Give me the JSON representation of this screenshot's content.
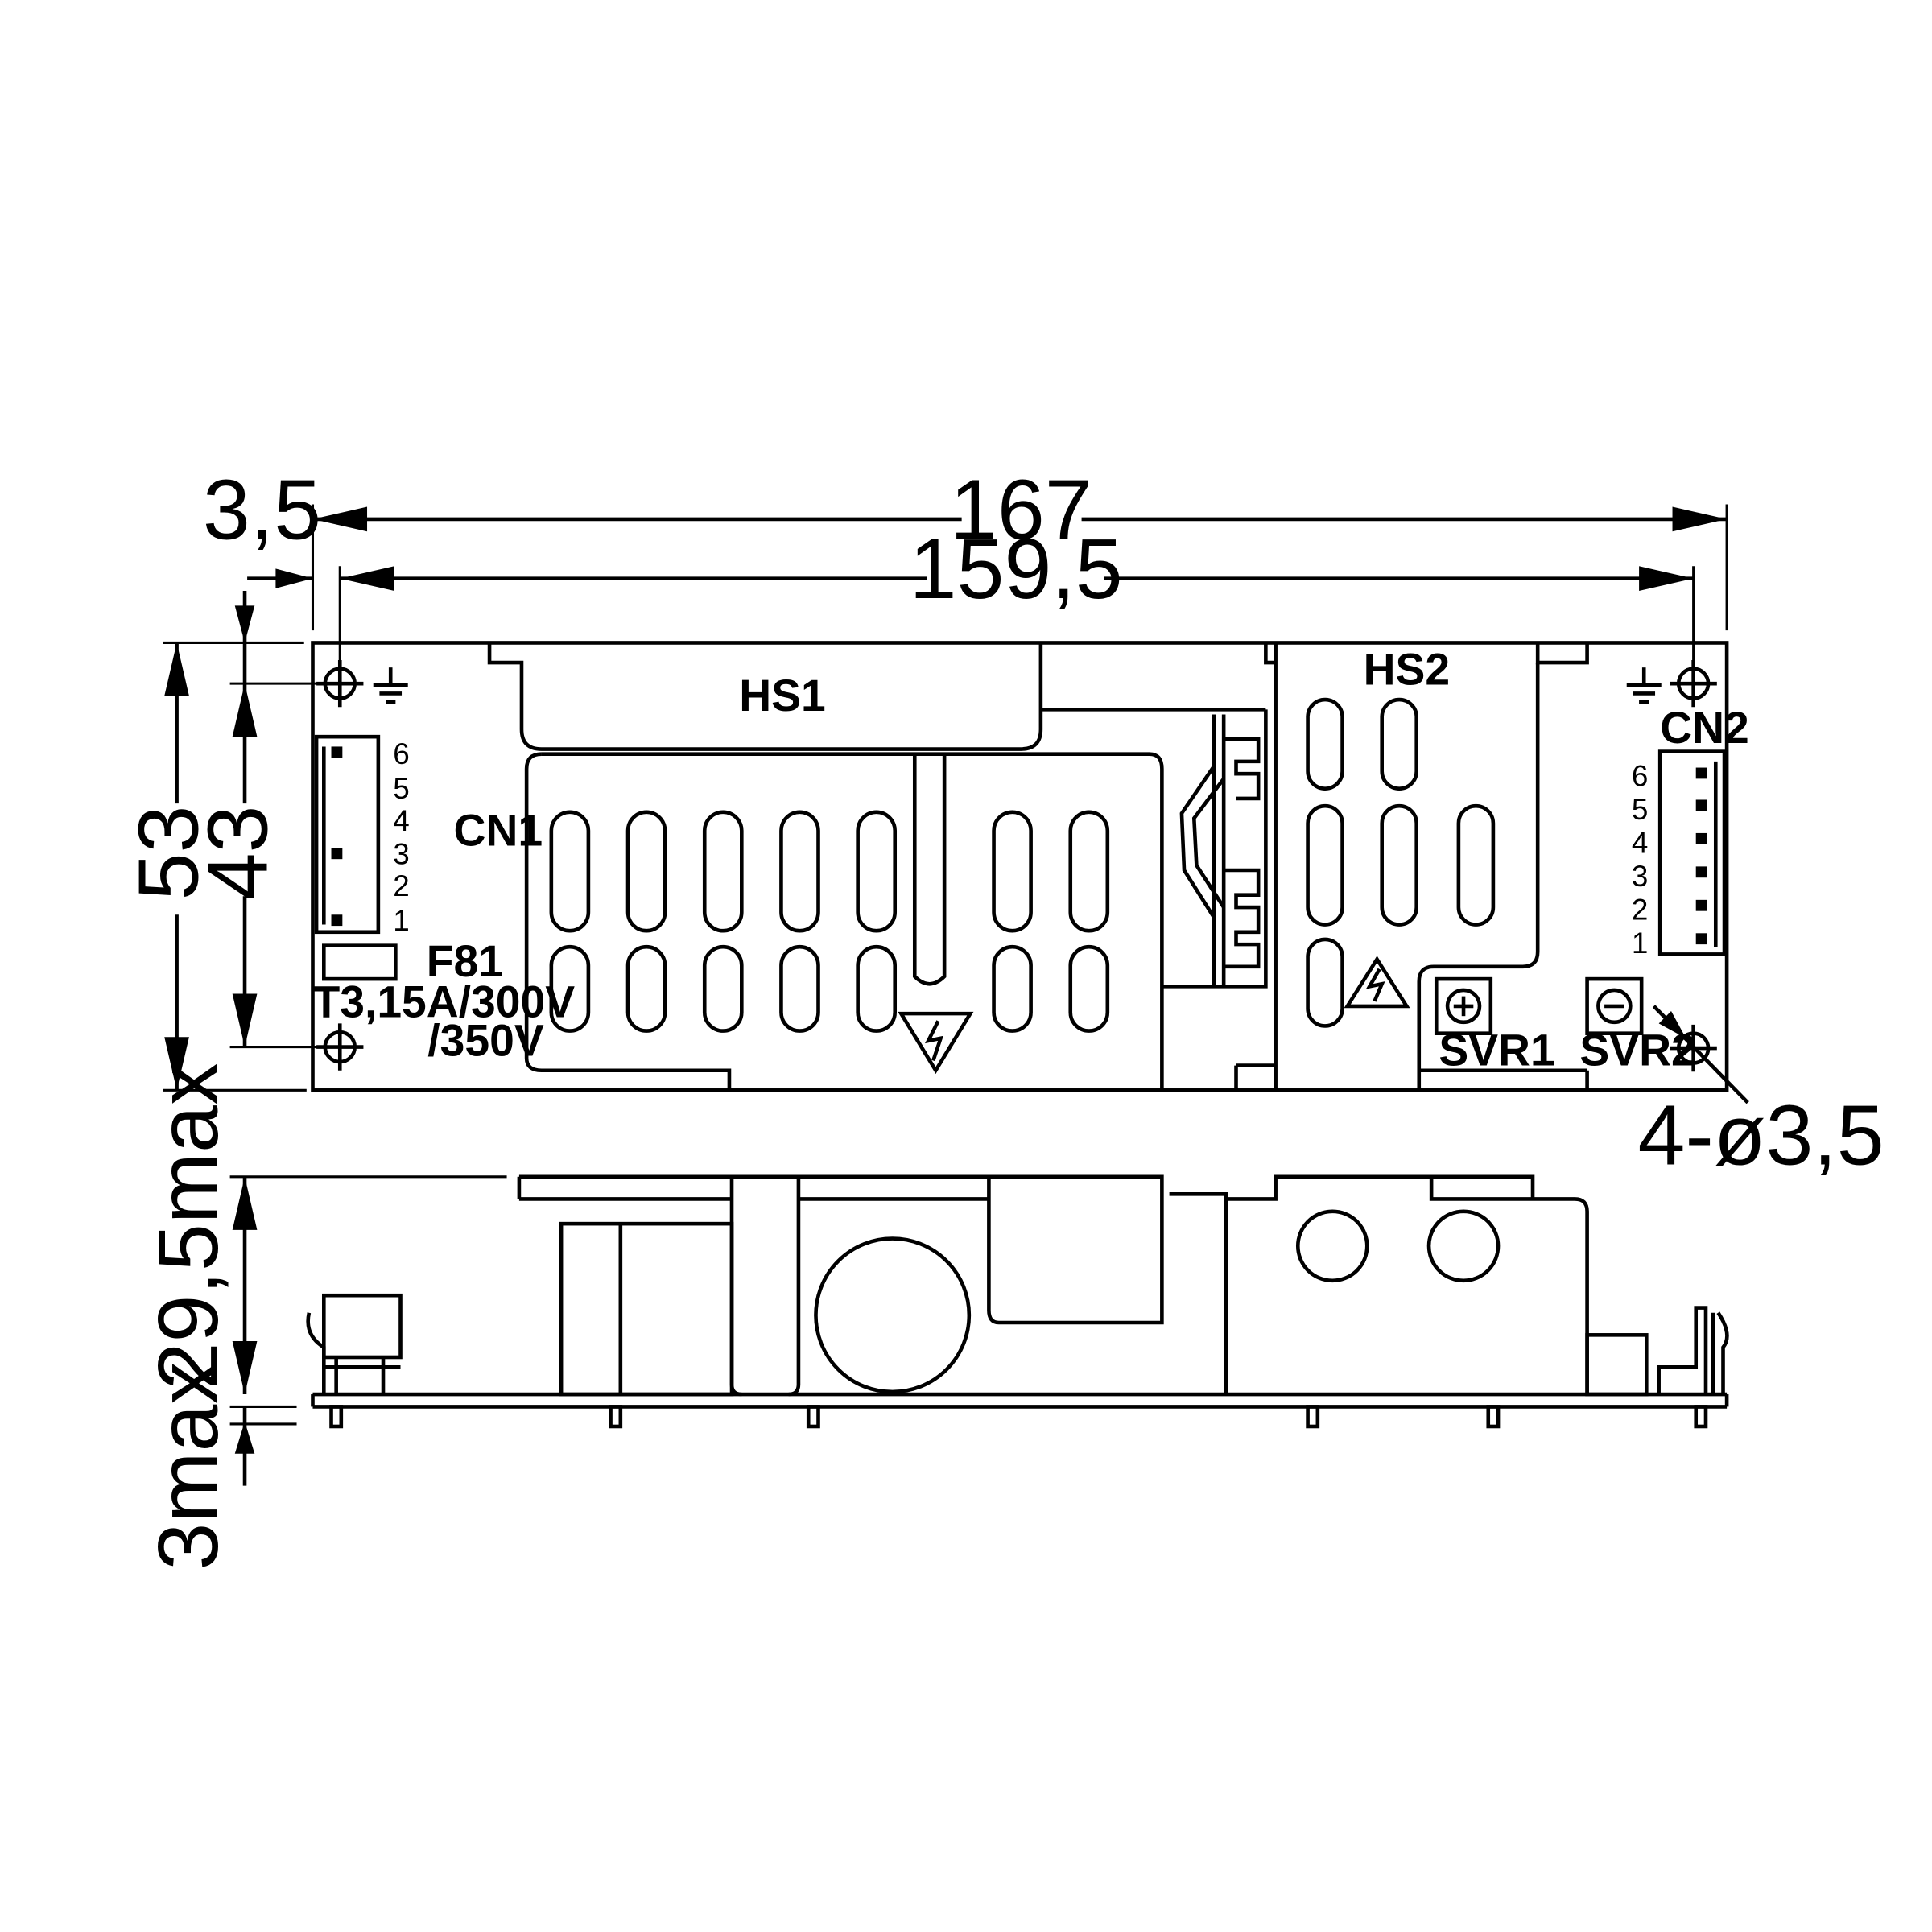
{
  "dimensions": {
    "overall_length": "167",
    "hole_spacing_length": "159,5",
    "edge_offset": "3,5",
    "overall_width": "53",
    "hole_spacing_width": "43",
    "max_height": "29,5max",
    "pin_protrusion": "3max",
    "mounting_holes": "4-ø3,5"
  },
  "labels": {
    "heatsink_1": "HS1",
    "heatsink_2": "HS2",
    "input_connector": "CN1",
    "output_connector": "CN2",
    "fuse": "F81",
    "fuse_rating_line1": "T3,15A/300V",
    "fuse_rating_line2": "/350V",
    "trimmer_1": "SVR1",
    "trimmer_2": "SVR2"
  },
  "cn1_pins": [
    "6",
    "5",
    "4",
    "3",
    "2",
    "1"
  ],
  "cn2_pins": [
    "6",
    "5",
    "4",
    "3",
    "2",
    "1"
  ],
  "icons": [
    "mounting-hole-icon",
    "ground-icon",
    "high-voltage-warning-icon",
    "potentiometer-icon"
  ]
}
